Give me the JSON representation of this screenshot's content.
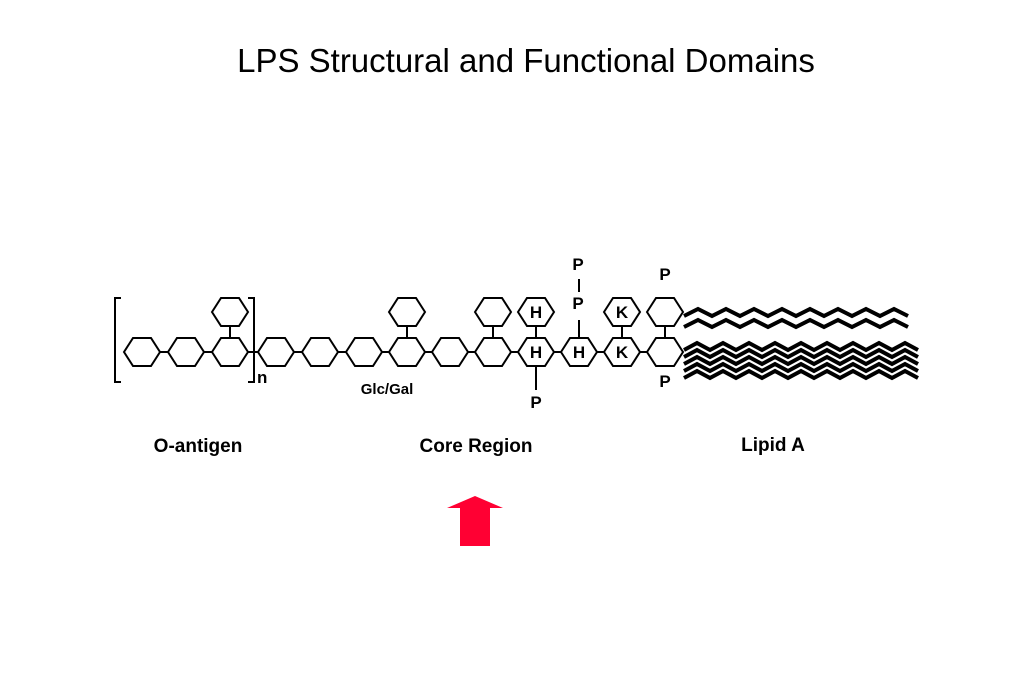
{
  "title": "LPS Structural and Functional Domains",
  "labels": {
    "repeat_subscript": "n",
    "glc_gal": "Glc/Gal",
    "heptose": "H",
    "kdo": "K",
    "phosphate": "P"
  },
  "domains": {
    "o_antigen": "O-antigen",
    "core_region": "Core Region",
    "lipid_a": "Lipid A"
  },
  "colors": {
    "arrow": "#ff0033",
    "ink": "#000000"
  },
  "arrow_icon": "up-arrow-icon"
}
